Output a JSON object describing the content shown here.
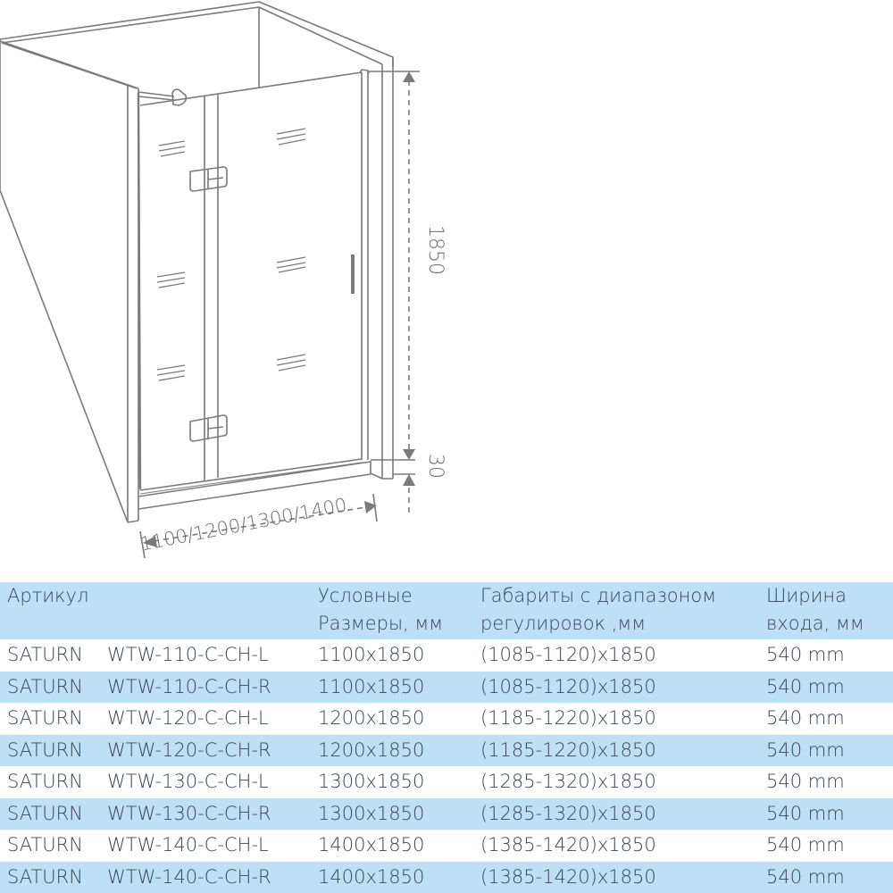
{
  "drawing": {
    "title": "Shower door dimensional drawing",
    "dimensions": {
      "height": "1850",
      "threshold": "30",
      "width": "1100/1200/1300/1400"
    },
    "line_color": "#7a7a7a"
  },
  "table": {
    "header_bg": "#bde0f7",
    "headers": [
      {
        "line1": "Артикул",
        "line2": ""
      },
      {
        "line1": "Условные",
        "line2": "Размеры, мм"
      },
      {
        "line1": "Габариты с диапазоном",
        "line2": "регулировок ,мм"
      },
      {
        "line1": "Ширина",
        "line2": "входа, мм"
      }
    ],
    "rows": [
      {
        "series": "SATURN",
        "article": "WTW-110-C-CH-L",
        "size": "1100x1850",
        "range": "(1085-1120)x1850",
        "entry": "540 mm"
      },
      {
        "series": "SATURN",
        "article": "WTW-110-C-CH-R",
        "size": "1100x1850",
        "range": "(1085-1120)x1850",
        "entry": "540 mm"
      },
      {
        "series": "SATURN",
        "article": "WTW-120-C-CH-L",
        "size": "1200x1850",
        "range": "(1185-1220)x1850",
        "entry": "540 mm"
      },
      {
        "series": "SATURN",
        "article": "WTW-120-C-CH-R",
        "size": "1200x1850",
        "range": "(1185-1220)x1850",
        "entry": "540 mm"
      },
      {
        "series": "SATURN",
        "article": "WTW-130-C-CH-L",
        "size": "1300x1850",
        "range": "(1285-1320)x1850",
        "entry": "540 mm"
      },
      {
        "series": "SATURN",
        "article": "WTW-130-C-CH-R",
        "size": "1300x1850",
        "range": "(1285-1320)x1850",
        "entry": "540 mm"
      },
      {
        "series": "SATURN",
        "article": "WTW-140-C-CH-L",
        "size": "1400x1850",
        "range": "(1385-1420)x1850",
        "entry": "540 mm"
      },
      {
        "series": "SATURN",
        "article": "WTW-140-C-CH-R",
        "size": "1400x1850",
        "range": "(1385-1420)x1850",
        "entry": "540 mm"
      }
    ]
  }
}
